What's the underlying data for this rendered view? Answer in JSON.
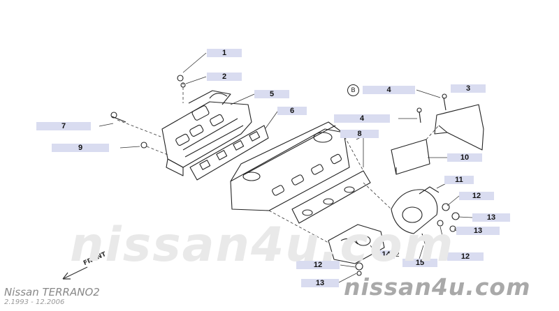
{
  "callouts": [
    "1",
    "2",
    "3",
    "4",
    "4",
    "5",
    "6",
    "7",
    "8",
    "9",
    "10",
    "11",
    "12",
    "12",
    "12",
    "13",
    "13",
    "13",
    "14",
    "15"
  ],
  "marker_b": "B",
  "sub_marker": "2",
  "front_label": "FRONT",
  "watermark_large": "nissan4u.com",
  "watermark_small": "nissan4u.com",
  "model_name": "Nissan TERRANO2",
  "model_years": "2.1993 - 12.2006"
}
